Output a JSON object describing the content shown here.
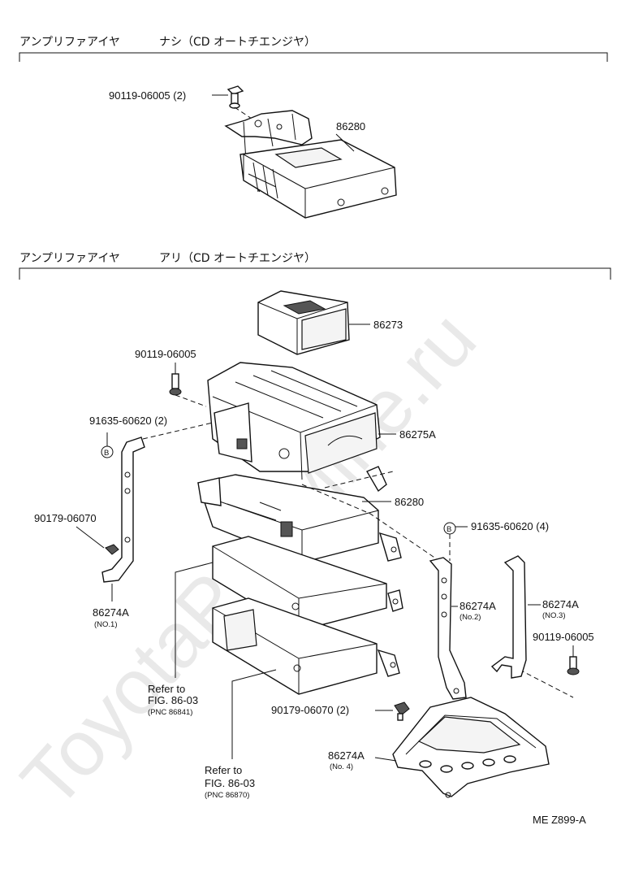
{
  "watermark": "ToyotaPartMine.ru",
  "sections": [
    {
      "title_left": "アンプリファアイヤ",
      "title_right": "ナシ（CD オートチエンジヤ）"
    },
    {
      "title_left": "アンプリファアイヤ",
      "title_right": "アリ（CD オートチエンジヤ）"
    }
  ],
  "callouts": {
    "c1": "90119-06005 (2)",
    "c2": "86280",
    "c3": "86273",
    "c4": "90119-06005",
    "c5": "86275A",
    "c6": "91635-60620 (2)",
    "c7": "86280",
    "c8": "90179-06070",
    "c9": "91635-60620 (4)",
    "c10": "86274A",
    "c10s": "(NO.1)",
    "c11": "86274A",
    "c11s": "(No.2)",
    "c12": "86274A",
    "c12s": "(NO.3)",
    "c13": "90119-06005",
    "c14": "90179-06070 (2)",
    "c15": "86274A",
    "c15s": "(No. 4)"
  },
  "refs": [
    {
      "l1": "Refer  to",
      "l2": "FIG. 86-03",
      "l3": "(PNC  86841)"
    },
    {
      "l1": "Refer  to",
      "l2": "FIG. 86-03",
      "l3": "(PNC  86870)"
    }
  ],
  "b_marker": "B",
  "figure_code": "ME  Z899-A"
}
